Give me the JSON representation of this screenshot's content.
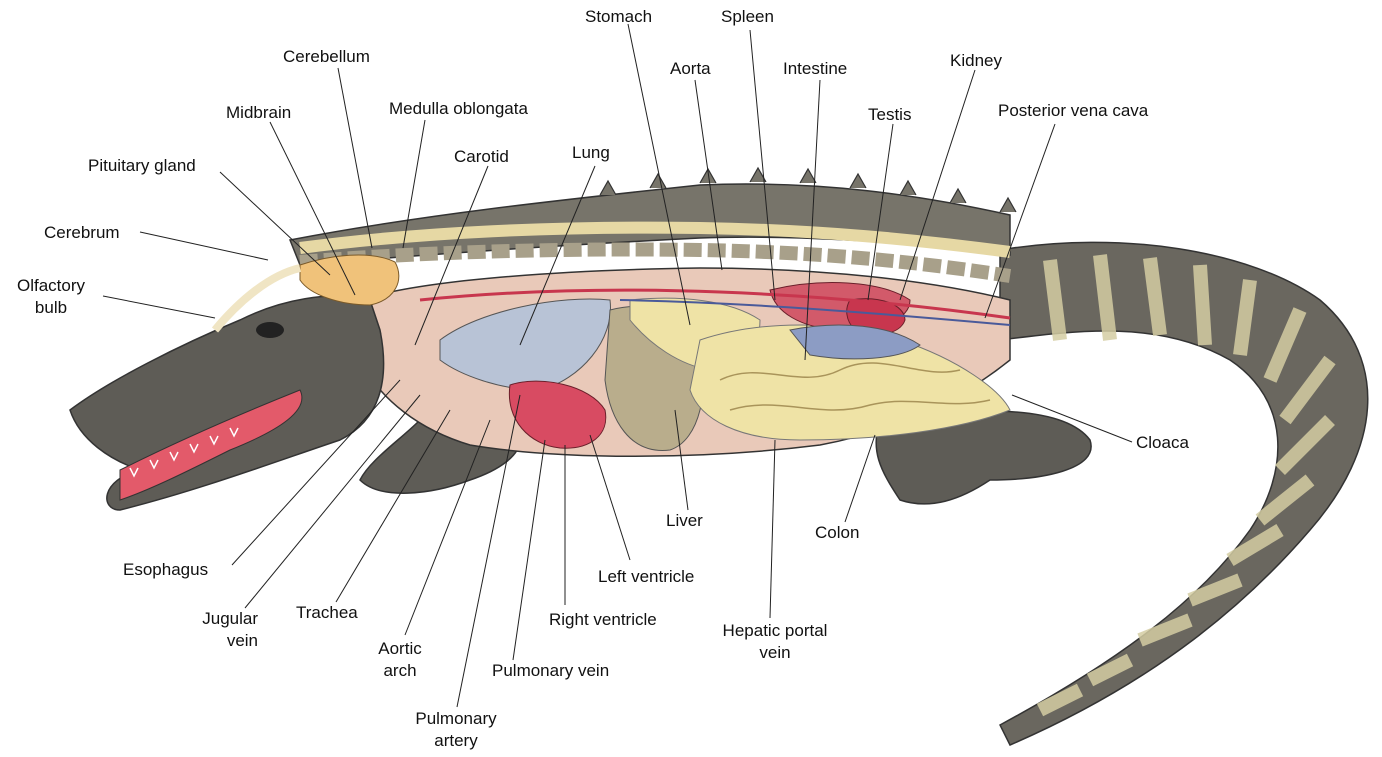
{
  "labels": {
    "cerebellum": "Cerebellum",
    "stomach": "Stomach",
    "spleen": "Spleen",
    "aorta": "Aorta",
    "intestine": "Intestine",
    "kidney": "Kidney",
    "midbrain": "Midbrain",
    "medulla": "Medulla oblongata",
    "testis": "Testis",
    "posterior_vena_cava": "Posterior vena cava",
    "carotid": "Carotid",
    "lung": "Lung",
    "pituitary": "Pituitary gland",
    "cerebrum": "Cerebrum",
    "olfactory_line1": "Olfactory",
    "olfactory_line2": "bulb",
    "cloaca": "Cloaca",
    "liver": "Liver",
    "colon": "Colon",
    "esophagus": "Esophagus",
    "left_ventricle": "Left ventricle",
    "jugular_line1": "Jugular",
    "jugular_line2": "vein",
    "trachea": "Trachea",
    "right_ventricle": "Right ventricle",
    "hepatic_line1": "Hepatic portal",
    "hepatic_line2": "vein",
    "aortic_line1": "Aortic",
    "aortic_line2": "arch",
    "pulmonary_vein": "Pulmonary vein",
    "pulmonary_artery_line1": "Pulmonary",
    "pulmonary_artery_line2": "artery"
  },
  "colors": {
    "skin_dark": "#5e5c56",
    "scale_light": "#cfc79a",
    "body_cavity": "#e9c9b9",
    "lung": "#b8c3d6",
    "liver": "#b9ad8c",
    "intestine": "#efe3a6",
    "heart": "#d84b62",
    "brain": "#f0c27a",
    "mouth": "#e35a6a",
    "leader": "#222222"
  }
}
